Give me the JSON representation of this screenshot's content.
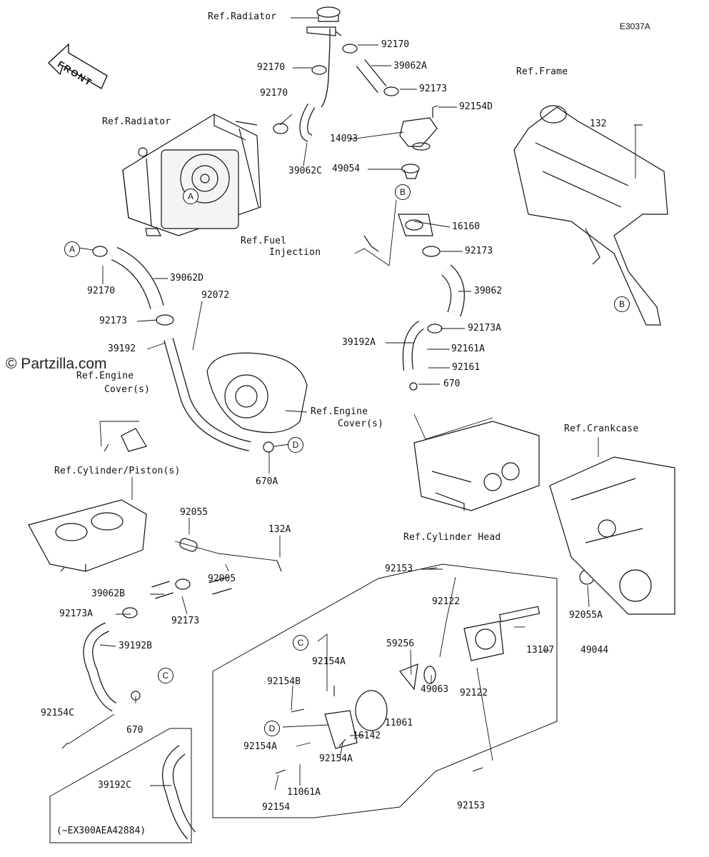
{
  "header": {
    "diagram_code": "E3037A",
    "front_label": "FRONT",
    "watermark": "© Partzilla.com"
  },
  "refs": {
    "radiator_top": "Ref.Radiator",
    "radiator": "Ref.Radiator",
    "fuel_injection_1": "Ref.Fuel",
    "fuel_injection_2": "Injection",
    "frame": "Ref.Frame",
    "engine_cover_left_1": "Ref.Engine",
    "engine_cover_left_2": "Cover(s)",
    "engine_cover_right_1": "Ref.Engine",
    "engine_cover_right_2": "Cover(s)",
    "cylinder_piston": "Ref.Cylinder/Piston(s)",
    "cylinder_head": "Ref.Cylinder Head",
    "crankcase": "Ref.Crankcase"
  },
  "callouts": {
    "a": "A",
    "b": "B",
    "c": "C",
    "d": "D"
  },
  "parts": {
    "p92170_a": "92170",
    "p92170_b": "92170",
    "p92170_c": "92170",
    "p92170_d": "92170",
    "p39062A": "39062A",
    "p92173_a": "92173",
    "p92154D": "92154D",
    "p132": "132",
    "p14093": "14093",
    "p39062C": "39062C",
    "p49054": "49054",
    "p16160": "16160",
    "p92173_b": "92173",
    "p39062D": "39062D",
    "p39062": "39062",
    "p92072": "92072",
    "p92173_c": "92173",
    "p92173A_a": "92173A",
    "p39192": "39192",
    "p39192A": "39192A",
    "p92161A": "92161A",
    "p92161": "92161",
    "p670_a": "670",
    "p670A": "670A",
    "p92055": "92055",
    "p132A": "132A",
    "p92153_a": "92153",
    "p92005": "92005",
    "p39062B": "39062B",
    "p92173A_b": "92173A",
    "p92173_d": "92173",
    "p92122_a": "92122",
    "p92055A": "92055A",
    "p39192B": "39192B",
    "p59256": "59256",
    "p92154A_a": "92154A",
    "p13107": "13107",
    "p49044": "49044",
    "p92154B": "92154B",
    "p49063": "49063",
    "p92122_b": "92122",
    "p11061": "11061",
    "p92154C": "92154C",
    "p670_b": "670",
    "p16142": "16142",
    "p92154A_b": "92154A",
    "p92154A_c": "92154A",
    "p39192C": "39192C",
    "p11061A": "11061A",
    "p92154": "92154",
    "p92153_b": "92153",
    "variant_note": "(~EX300AEA42884)"
  }
}
